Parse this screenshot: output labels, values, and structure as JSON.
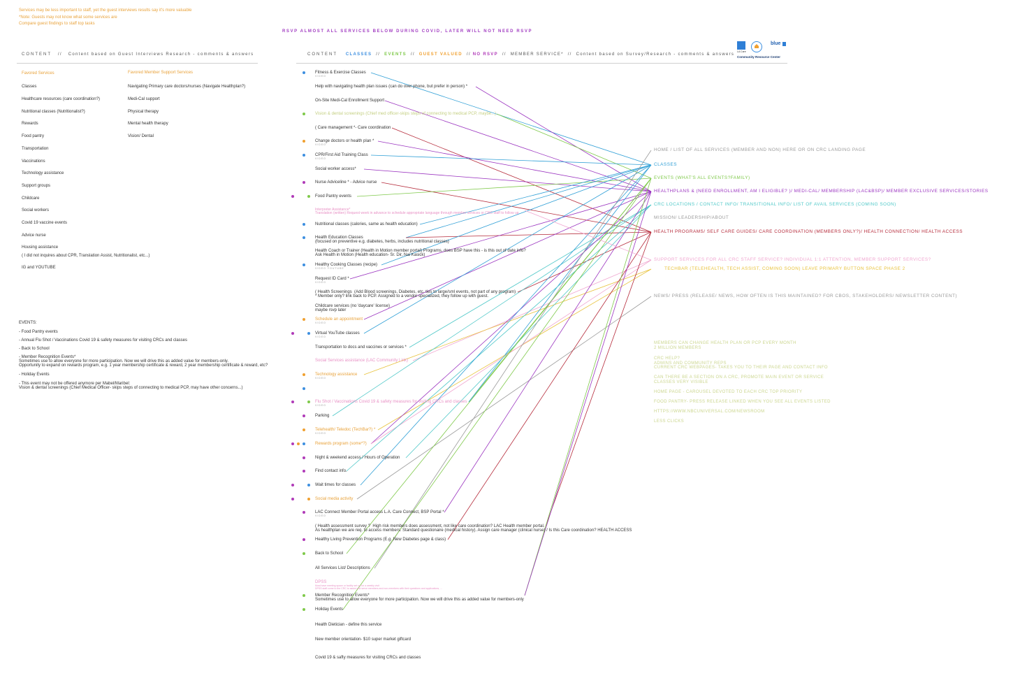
{
  "notes": [
    "Services may be less important to staff, yet the guest interviews results say it's more valuable",
    "*Note: Guests may not know what some services are",
    "Compare guest findings to staff top tasks"
  ],
  "rsvp_banner": "RSVP ALMOST ALL SERVICES BELOW DURING COVID, LATER WILL NOT NEED RSVP",
  "left_header": {
    "content": "CONTENT",
    "sep": "//",
    "desc": "Content based on Guest Interviews Research - comments & answers"
  },
  "right_header": {
    "content": "CONTENT",
    "classes": "CLASSES",
    "events": "EVENTS",
    "guest_valued": "GUEST VALUED",
    "no_rsvp": "NO RSVP",
    "member_service": "MEMBER SERVICE*",
    "sep": "//",
    "desc": "Content based on Survey/Research - comments & answers"
  },
  "logo": {
    "lacare": "LA Care",
    "blue": "blue",
    "caption": "Community Resource Center"
  },
  "favored_services": {
    "title": "Favored Services",
    "items": [
      "Classes",
      "Healthcare resources (care coordination?)",
      "Nutritional classes (Nutritionalist?)",
      "Rewards",
      "Food pantry",
      "Transportation",
      "Vaccinations",
      "Technology assistance",
      "Support groups",
      "Childcare",
      "Social workers",
      "Covid 19 vaccine events",
      "Advice nurse",
      "Housing assistance",
      "( I did not inquires about CPR, Translation Assist, Nutritionalist, etc...)",
      "IG and YOUTUBE"
    ]
  },
  "favored_member": {
    "title": "Favored Member Support Services",
    "items": [
      "Navigating Primary care doctors/nurses (Navigate Healthplan?)",
      "Medi-Cal support",
      "Physical therapy",
      "Mental health therapy",
      "Vision/ Dental"
    ]
  },
  "events_block": {
    "title": "EVENTS:",
    "lines": [
      "- Food Pantry events",
      "- Annual Flu Shot / Vaccinations Covid 19 & safety measures for visiting CRCs and classes",
      "- Back to School",
      "- Member Recognition Events*\nSometimes use to allow everyone for more participation. Now we will drive this as added value for members-only.\nOpportunity to expand on rewards program, e.g. 1 year membership certificate & reward, 2 year membership certificate & reward, etc?",
      "- Holiday Events",
      "- This event may not be offered anymore per Mabel/Maribel:\nVision & dental screenings (Chief Medical Officer- skips steps of connecting to medical PCP, may have other concerns...)"
    ]
  },
  "services": [
    {
      "text": "Fitness & Exercise Classes",
      "sub": "VIDEO",
      "color": "#333333",
      "dots": [
        "#3d8fe0"
      ]
    },
    {
      "text": "Help with navigating health plan issues (can do over phone, but prefer in person) *",
      "sub": "",
      "color": "#333333",
      "dots": []
    },
    {
      "text": "On-Site Medi-Cal Enrollment Support",
      "sub": "",
      "color": "#333333",
      "dots": []
    },
    {
      "text": "Vision & dental screenings (Chief med officer-skips steps of connecting to medical PCP, maybe...)",
      "sub": "",
      "color": "#c4cf82",
      "dots": [
        "#7fc94a"
      ]
    },
    {
      "text": "( Care management *- Care coordination",
      "sub": "",
      "color": "#333333",
      "dots": []
    },
    {
      "text": "Change doctors or health plan *",
      "sub": "VIDEO",
      "color": "#333333",
      "dots": [
        "#f0a030"
      ]
    },
    {
      "text": "CPR/First Aid Training Class",
      "sub": "VIDEO",
      "color": "#333333",
      "dots": [
        "#3d8fe0"
      ]
    },
    {
      "text": "Social worker access*",
      "sub": "",
      "color": "#333333",
      "dots": []
    },
    {
      "text": "Nurse Adviceline * - Advice nurse",
      "sub": "",
      "color": "#333333",
      "dots": [
        "#b03ab8"
      ]
    },
    {
      "text": "Food Pantry events",
      "sub": "",
      "color": "#333333",
      "dots": [
        "#b03ab8",
        "#7fc94a"
      ]
    },
    {
      "text": "Interpreter Assistance*\nTranslation (written) Request week in advance to schedule appropriate language through member services or CRC staff to follow up",
      "sub": "",
      "color": "#e891c5",
      "dots": []
    },
    {
      "text": "Nutritional classes (calories, same as health education)",
      "sub": "",
      "color": "#333333",
      "dots": [
        "#3d8fe0"
      ]
    },
    {
      "text": "Health Education Classes\n(focused on preventive e.g. diabetes, herbs, includes nutritional classes)",
      "sub": "",
      "color": "#333333",
      "dots": [
        "#3d8fe0"
      ]
    },
    {
      "text": "Health Coach or Trainer (Health in Motion member portal) Programs, does BSP have this - is this out of date info?\nAsk Health in Motion (Health education- Sr. Dir, Nai Kasick)",
      "sub": "",
      "color": "#333333",
      "dots": []
    },
    {
      "text": "Healthy Cooking Classes (recipe)",
      "sub": "VIDEO  YOUTUBE",
      "color": "#333333",
      "dots": [
        "#3d8fe0"
      ]
    },
    {
      "text": "Request ID Card *",
      "sub": "VIDEO",
      "color": "#333333",
      "dots": []
    },
    {
      "text": "( Health Screenings  (Add Blood screenings, Diabetes, etc. ties to large/sml events, not part of any program)\n* Member only? link back to PCP. Assigned to a vendor specialized, they follow up with guest.",
      "sub": "",
      "color": "#333333",
      "dots": []
    },
    {
      "text": "Childcare services (no 'daycare' license)\nmaybe rsvp later",
      "sub": "",
      "color": "#333333",
      "dots": []
    },
    {
      "text": "Schedule an appointment",
      "sub": "VIDEO",
      "color": "#e8a23b",
      "dots": [
        "#f0a030"
      ]
    },
    {
      "text": "Virtual YouTube classes",
      "sub": "VIDEO",
      "color": "#333333",
      "dots": [
        "#b03ab8",
        "#3d8fe0"
      ]
    },
    {
      "text": "Transportation to docs and vaccines or services *",
      "sub": "",
      "color": "#333333",
      "dots": []
    },
    {
      "text": "Social Services assistance (LAC Community Link)",
      "sub": "",
      "color": "#e891c5",
      "dots": []
    },
    {
      "text": "Technology assistance",
      "sub": "VIDEO",
      "color": "#e8a23b",
      "dots": [
        "#f0a030"
      ]
    },
    {
      "text": "",
      "sub": "",
      "color": "#333333",
      "dots": [
        "#3d8fe0"
      ]
    },
    {
      "text": "Flu Shot / Vaccinations Covid 19 & safety measures for visiting CRCs and classes",
      "sub": "VIDEO",
      "color": "#e891c5",
      "dots": [
        "#b03ab8",
        "#7fc94a"
      ]
    },
    {
      "text": "Parking",
      "sub": "",
      "color": "#333333",
      "dots": [
        "#b03ab8"
      ]
    },
    {
      "text": "Telehealth/ Teledoc (TechBar?) *",
      "sub": "VIDEO",
      "color": "#e8a23b",
      "dots": [
        "#f0a030"
      ]
    },
    {
      "text": "Rewards program (some*?)",
      "sub": "",
      "color": "#e8a23b",
      "dots": [
        "#b03ab8",
        "#f0a030",
        "#3d8fe0"
      ]
    },
    {
      "text": "Night & weekend access / Hours of Operation",
      "sub": "",
      "color": "#333333",
      "dots": [
        "#b03ab8"
      ]
    },
    {
      "text": "Find contact info.",
      "sub": "",
      "color": "#333333",
      "dots": [
        "#b03ab8"
      ]
    },
    {
      "text": "Wait times for classes",
      "sub": "",
      "color": "#333333",
      "dots": [
        "#b03ab8",
        "#3d8fe0"
      ]
    },
    {
      "text": "Social media activity",
      "sub": "",
      "color": "#e8a23b",
      "dots": [
        "#b03ab8",
        "#f0a030"
      ]
    },
    {
      "text": "LAC Connect Member Portal access L.A. Care Connect, BSP Portal *",
      "sub": "VIDEO",
      "color": "#333333",
      "dots": [
        "#b03ab8"
      ]
    },
    {
      "text": "( Health assessment survey ?  High risk members does assessment, not like care coordination? LAC Health member portal.\nAs healthplan we are req. to access members. Standard questionaire (medical history). Assign care manager (clinical nurse) / Is this Care coordination? HEALTH ACCESS",
      "sub": "",
      "color": "#333333",
      "dots": []
    },
    {
      "text": "Healthy Living Prevention Programs (E.g. New Diabetes page & class)",
      "sub": "",
      "color": "#333333",
      "dots": [
        "#b03ab8"
      ]
    },
    {
      "text": "Back to School",
      "sub": "",
      "color": "#333333",
      "dots": [
        "#7fc94a"
      ]
    },
    {
      "text": "All Services List/ Descriptions",
      "sub": "",
      "color": "#333333",
      "dots": []
    },
    {
      "text": "DPSS",
      "sub": "",
      "color": "#e891c5",
      "dots": []
    },
    {
      "text": "Member Recognition Events*\nSometimes use to allow everyone for more participation. Now we will drive this as added value for members-only",
      "sub": "",
      "color": "#333333",
      "dots": [
        "#7fc94a"
      ]
    },
    {
      "text": "Holiday Events",
      "sub": "",
      "color": "#333333",
      "dots": [
        "#7fc94a"
      ]
    },
    {
      "text": "Health Dietician - define this service",
      "sub": "",
      "color": "#333333",
      "dots": []
    },
    {
      "text": "New member orientation- $10 super market giftcard",
      "sub": "",
      "color": "#333333",
      "dots": []
    },
    {
      "text": "Covid 19 & safty measures for visiting CRCs and classes",
      "sub": "",
      "color": "#333333",
      "dots": []
    }
  ],
  "dpss_detail": "Must have meeting space or facility set up for a weekly visit\nDPSS staff come to the CRC to assist and serve members and non-members with their questions and applications, ...",
  "destinations": [
    {
      "text": "HOME / LIST OF ALL SERVICES (MEMBER AND NON) HERE OR ON CRC LANDING PAGE",
      "color": "#9a9a9a"
    },
    {
      "text": "CLASSES",
      "color": "#2f9fd6"
    },
    {
      "text": "EVENTS (WHAT'S ALL EVENTS?FAMILY)",
      "color": "#7fc94a"
    },
    {
      "text": "HEALTHPLANS & (NEED ENROLLMENT, AM I ELIGIBLE?  )/ MEDI-CAL/ MEMBERSHIP (LAC&BSP)/ MEMBER EXCLUSIVE SERVICES/STORIES",
      "color": "#9b35c0"
    },
    {
      "text": "CRC LOCATIONS / CONTACT INFO/ TRANSITIONAL INFO/ LIST OF AVAIL SERVICES (COMING SOON)",
      "color": "#4fc8c8"
    },
    {
      "text": "MISSION/ LEADERSHIP/ABOUT",
      "color": "#9a9a9a"
    },
    {
      "text": "HEALTH PROGRAMS/ SELF CARE GUIDES/ CARE COORDINATION (MEMBERS ONLY?)/ HEALTH CONNECTION/ HEALTH ACCESS",
      "color": "#b52a3a"
    },
    {
      "text": "SUPPORT SERVICES FOR ALL CRC STAFF SERVICE? INDIVIDUAL 1:1 ATTENTION, MEMBER SUPPORT SERVICES?",
      "color": "#f0a6d0"
    },
    {
      "text": "TECHBAR (TELEHEALTH, TECH ASSIST, COMING SOON) LEAVE PRIMARY BUTTON SPACE PHASE 2",
      "color": "#e8c23b"
    },
    {
      "text": "NEWS/ PRESS (RELEASE/ NEWS, HOW OFTEN IS THIS MAINTAINED? FOR CBOS, STAKEHOLDERS/ NEWSLETTER CONTENT)",
      "color": "#9a9a9a"
    }
  ],
  "annotations": [
    "MEMBERS CAN CHANGE HEALTH PLAN OR PCP EVERY MONTH\n2 MILLION MEMBERS",
    "CRC HELP?\nADMINS AND COMMUNITY REPS\nCURRENT CRC WEBPAGES- TAKES YOU TO THEIR PAGE AND CONTACT INFO",
    "CAN THERE BE A SECTION ON A CRC, PROMOTE MAIN EVENT OR SERVICE\nCLASSES VERY VISIBLE",
    "HOME PAGE - CAROUSEL DEVOTED TO EACH CRC TOP PRIORITY",
    "FOOD PANTRY- PRESS RELEASE LINKED WHEN YOU SEE ALL EVENTS LISTED",
    "HTTPS://WWW.NBCUNIVERSAL.COM/NEWSROOM",
    "LESS CLICKS"
  ],
  "connections": [
    [
      0,
      1
    ],
    [
      1,
      3
    ],
    [
      2,
      3
    ],
    [
      3,
      2
    ],
    [
      4,
      6
    ],
    [
      5,
      3
    ],
    [
      6,
      1
    ],
    [
      7,
      3
    ],
    [
      8,
      6
    ],
    [
      9,
      2
    ],
    [
      11,
      1
    ],
    [
      12,
      1
    ],
    [
      12,
      6
    ],
    [
      14,
      1
    ],
    [
      15,
      3
    ],
    [
      16,
      6
    ],
    [
      18,
      3
    ],
    [
      19,
      1
    ],
    [
      20,
      4
    ],
    [
      21,
      7
    ],
    [
      22,
      8
    ],
    [
      24,
      2
    ],
    [
      24,
      1
    ],
    [
      25,
      4
    ],
    [
      26,
      8
    ],
    [
      27,
      3
    ],
    [
      27,
      7
    ],
    [
      28,
      4
    ],
    [
      29,
      4
    ],
    [
      30,
      1
    ],
    [
      31,
      9
    ],
    [
      32,
      3
    ],
    [
      33,
      6
    ],
    [
      34,
      6
    ],
    [
      35,
      2
    ],
    [
      36,
      0
    ],
    [
      38,
      2
    ],
    [
      38,
      3
    ],
    [
      39,
      2
    ],
    [
      10,
      7
    ]
  ]
}
